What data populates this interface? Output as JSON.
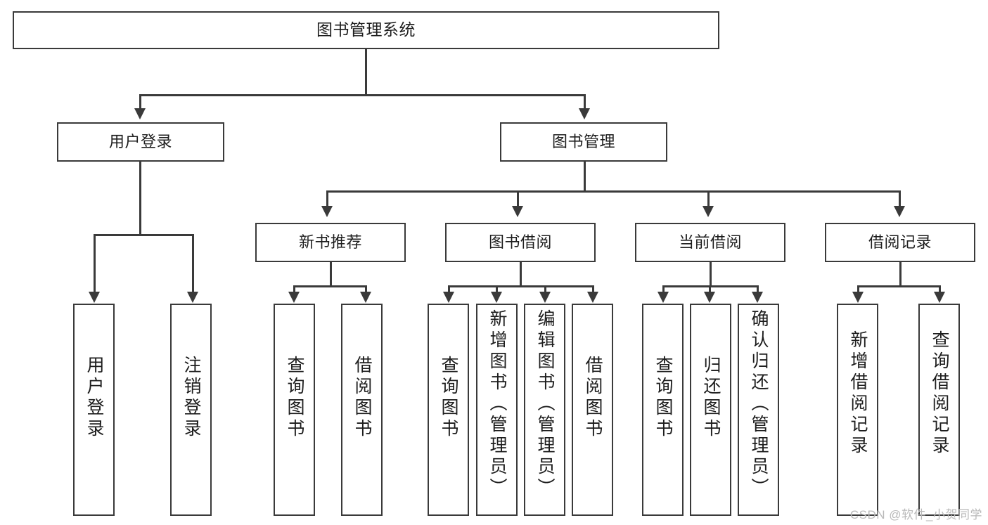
{
  "diagram": {
    "type": "tree-hierarchy-functional-decomposition",
    "title": "图书管理系统",
    "watermark": "CSDN @软件_小贺同学",
    "colors": {
      "stroke": "#3a3a3a",
      "fill": "#ffffff",
      "text": "#1d1d1d",
      "watermark": "#b9b9b9"
    },
    "levels": {
      "root": {
        "label": "图书管理系统"
      },
      "level1": [
        {
          "id": "user-login",
          "label": "用户登录"
        },
        {
          "id": "book-management",
          "label": "图书管理"
        }
      ],
      "level2": [
        {
          "id": "new-book-recommend",
          "label": "新书推荐",
          "parent": "book-management"
        },
        {
          "id": "book-borrow",
          "label": "图书借阅",
          "parent": "book-management"
        },
        {
          "id": "current-borrow",
          "label": "当前借阅",
          "parent": "book-management"
        },
        {
          "id": "borrow-record",
          "label": "借阅记录",
          "parent": "book-management"
        }
      ],
      "leaves": {
        "user-login": [
          {
            "id": "leaf-user-login",
            "label": "用户登录"
          },
          {
            "id": "leaf-logout",
            "label": "注销登录"
          }
        ],
        "new-book-recommend": [
          {
            "id": "leaf-query-book-1",
            "label": "查询图书"
          },
          {
            "id": "leaf-borrow-book-1",
            "label": "借阅图书"
          }
        ],
        "book-borrow": [
          {
            "id": "leaf-query-book-2",
            "label": "查询图书"
          },
          {
            "id": "leaf-add-book",
            "label": "新增图书（管理员）"
          },
          {
            "id": "leaf-edit-book",
            "label": "编辑图书（管理员）"
          },
          {
            "id": "leaf-borrow-book-2",
            "label": "借阅图书"
          }
        ],
        "current-borrow": [
          {
            "id": "leaf-query-book-3",
            "label": "查询图书"
          },
          {
            "id": "leaf-return-book",
            "label": "归还图书"
          },
          {
            "id": "leaf-confirm-return",
            "label": "确认归还（管理员）"
          }
        ],
        "borrow-record": [
          {
            "id": "leaf-add-record",
            "label": "新增借阅记录"
          },
          {
            "id": "leaf-query-record",
            "label": "查询借阅记录"
          }
        ]
      }
    }
  }
}
